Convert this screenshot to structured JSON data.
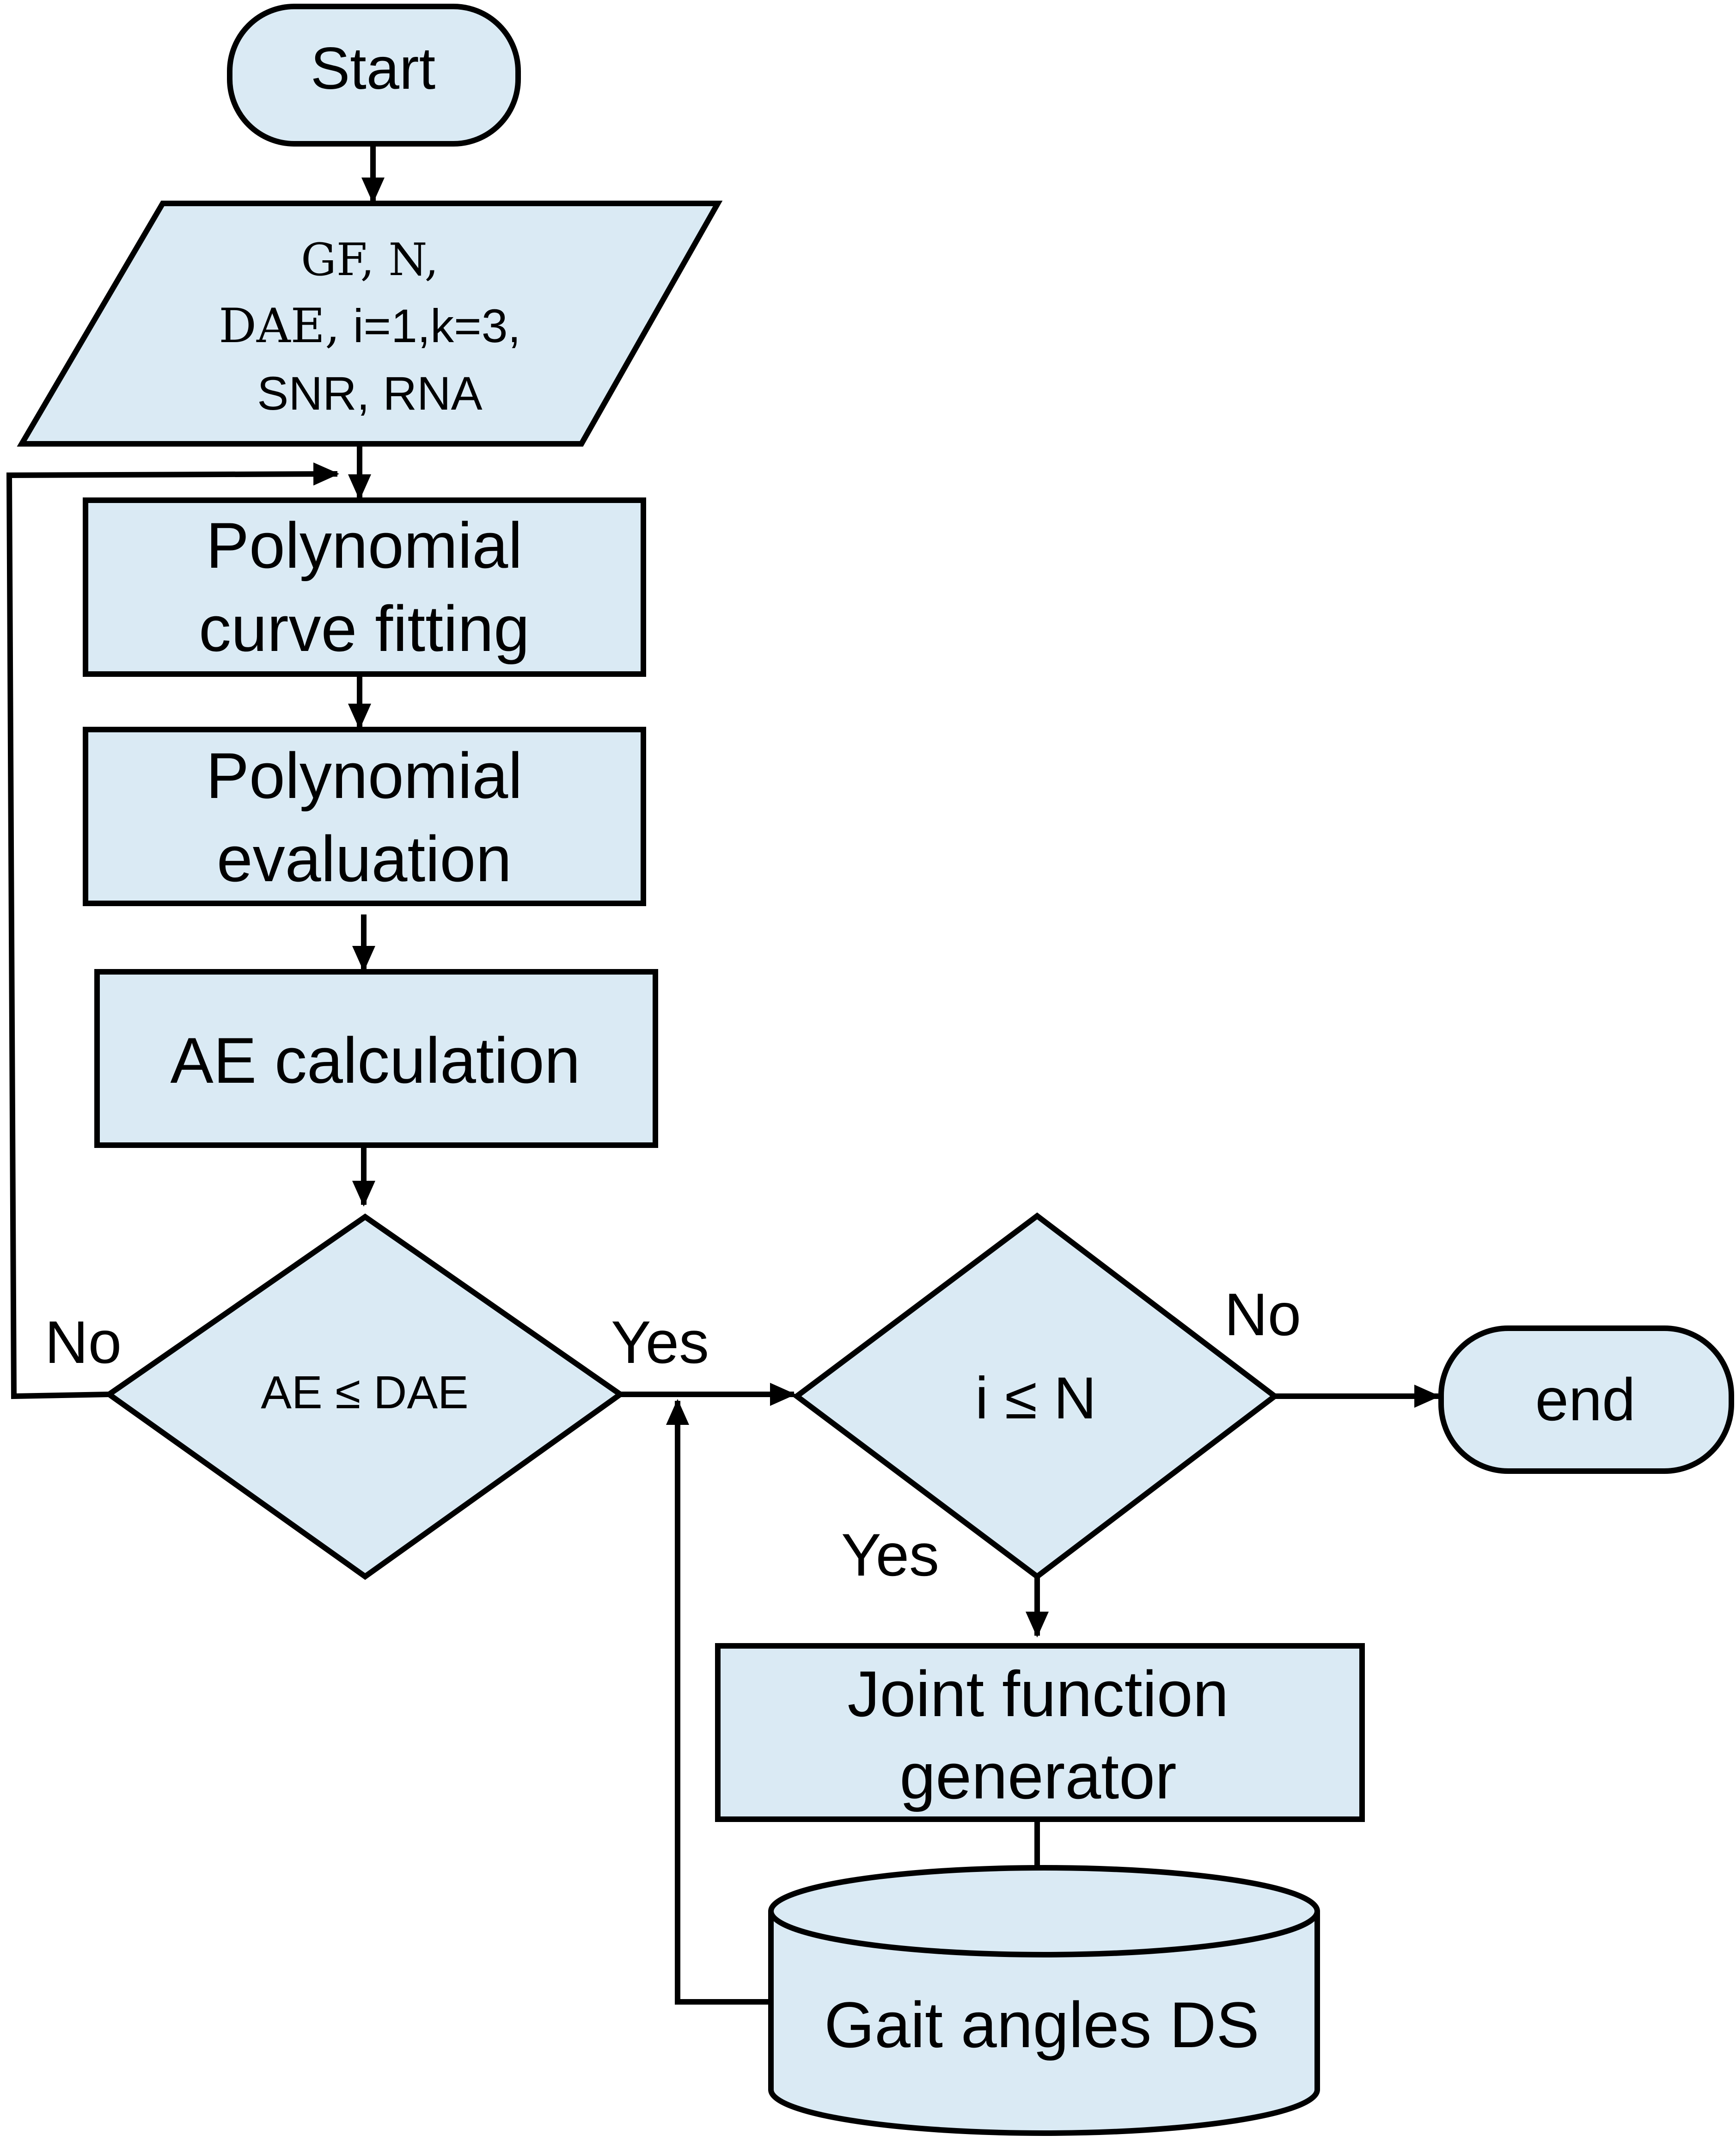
{
  "colors": {
    "node_fill": "#daeaf4",
    "stroke": "#000000",
    "background": "#ffffff"
  },
  "nodes": {
    "start": {
      "label": "Start"
    },
    "input": {
      "line1": "GF, N,",
      "line2_prefix": "DAE,",
      "line2_rest": " i=1,k=3,",
      "line3": "SNR, RNA"
    },
    "fitting": {
      "line1": "Polynomial",
      "line2": "curve fitting"
    },
    "evaluation": {
      "line1": "Polynomial",
      "line2": "evaluation"
    },
    "ae_calc": {
      "label": "AE calculation"
    },
    "decision_ae": {
      "label": "AE ≤ DAE"
    },
    "decision_i": {
      "label": "i ≤ N"
    },
    "end": {
      "label": "end"
    },
    "generator": {
      "line1": "Joint function",
      "line2": "generator"
    },
    "datastore": {
      "label": "Gait angles DS"
    }
  },
  "edge_labels": {
    "ae_no": "No",
    "ae_yes": "Yes",
    "i_no": "No",
    "i_yes": "Yes"
  }
}
